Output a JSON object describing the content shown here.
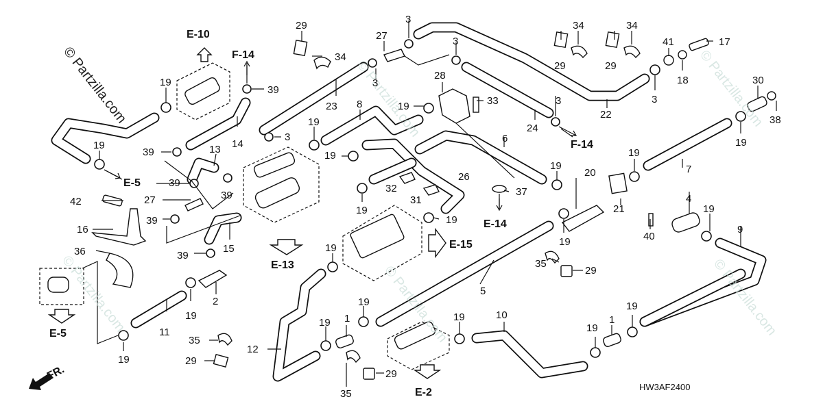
{
  "diagram": {
    "part_code": "HW3AF2400",
    "watermark": "© Partzilla.com",
    "front_indicator": "FR.",
    "callouts": [
      {
        "id": "c1",
        "label": "1"
      },
      {
        "id": "c2",
        "label": "1"
      },
      {
        "id": "c3",
        "label": "2"
      },
      {
        "id": "c4",
        "label": "3"
      },
      {
        "id": "c5",
        "label": "3"
      },
      {
        "id": "c6",
        "label": "3"
      },
      {
        "id": "c7",
        "label": "3"
      },
      {
        "id": "c8",
        "label": "3"
      },
      {
        "id": "c9",
        "label": "3"
      },
      {
        "id": "c10",
        "label": "4"
      },
      {
        "id": "c11",
        "label": "5"
      },
      {
        "id": "c12",
        "label": "6"
      },
      {
        "id": "c13",
        "label": "7"
      },
      {
        "id": "c14",
        "label": "8"
      },
      {
        "id": "c15",
        "label": "9"
      },
      {
        "id": "c16",
        "label": "10"
      },
      {
        "id": "c17",
        "label": "11"
      },
      {
        "id": "c18",
        "label": "12"
      },
      {
        "id": "c19",
        "label": "13"
      },
      {
        "id": "c20",
        "label": "14"
      },
      {
        "id": "c21",
        "label": "15"
      },
      {
        "id": "c22",
        "label": "16"
      },
      {
        "id": "c23",
        "label": "17"
      },
      {
        "id": "c24",
        "label": "18"
      },
      {
        "id": "c25",
        "label": "19"
      },
      {
        "id": "c26",
        "label": "19"
      },
      {
        "id": "c27",
        "label": "19"
      },
      {
        "id": "c28",
        "label": "19"
      },
      {
        "id": "c29",
        "label": "19"
      },
      {
        "id": "c30",
        "label": "19"
      },
      {
        "id": "c31",
        "label": "19"
      },
      {
        "id": "c32",
        "label": "19"
      },
      {
        "id": "c33",
        "label": "19"
      },
      {
        "id": "c34",
        "label": "19"
      },
      {
        "id": "c35",
        "label": "19"
      },
      {
        "id": "c36",
        "label": "19"
      },
      {
        "id": "c37",
        "label": "19"
      },
      {
        "id": "c38",
        "label": "19"
      },
      {
        "id": "c39",
        "label": "19"
      },
      {
        "id": "c40",
        "label": "19"
      },
      {
        "id": "c41",
        "label": "19"
      },
      {
        "id": "c42",
        "label": "19"
      },
      {
        "id": "c43",
        "label": "19"
      },
      {
        "id": "c44",
        "label": "19"
      },
      {
        "id": "c45",
        "label": "20"
      },
      {
        "id": "c46",
        "label": "21"
      },
      {
        "id": "c47",
        "label": "22"
      },
      {
        "id": "c48",
        "label": "23"
      },
      {
        "id": "c49",
        "label": "24"
      },
      {
        "id": "c50",
        "label": "26"
      },
      {
        "id": "c51",
        "label": "27"
      },
      {
        "id": "c52",
        "label": "27"
      },
      {
        "id": "c53",
        "label": "28"
      },
      {
        "id": "c54",
        "label": "29"
      },
      {
        "id": "c55",
        "label": "29"
      },
      {
        "id": "c56",
        "label": "29"
      },
      {
        "id": "c57",
        "label": "29"
      },
      {
        "id": "c58",
        "label": "29"
      },
      {
        "id": "c59",
        "label": "29"
      },
      {
        "id": "c60",
        "label": "30"
      },
      {
        "id": "c61",
        "label": "31"
      },
      {
        "id": "c62",
        "label": "32"
      },
      {
        "id": "c63",
        "label": "33"
      },
      {
        "id": "c64",
        "label": "34"
      },
      {
        "id": "c65",
        "label": "34"
      },
      {
        "id": "c66",
        "label": "34"
      },
      {
        "id": "c67",
        "label": "35"
      },
      {
        "id": "c68",
        "label": "35"
      },
      {
        "id": "c69",
        "label": "35"
      },
      {
        "id": "c70",
        "label": "36"
      },
      {
        "id": "c71",
        "label": "37"
      },
      {
        "id": "c72",
        "label": "38"
      },
      {
        "id": "c73",
        "label": "39"
      },
      {
        "id": "c74",
        "label": "39"
      },
      {
        "id": "c75",
        "label": "39"
      },
      {
        "id": "c76",
        "label": "39"
      },
      {
        "id": "c77",
        "label": "39"
      },
      {
        "id": "c78",
        "label": "39"
      },
      {
        "id": "c79",
        "label": "40"
      },
      {
        "id": "c80",
        "label": "41"
      },
      {
        "id": "c81",
        "label": "42"
      }
    ],
    "references": [
      {
        "id": "r1",
        "label": "E-10"
      },
      {
        "id": "r2",
        "label": "F-14"
      },
      {
        "id": "r3",
        "label": "E-5"
      },
      {
        "id": "r4",
        "label": "E-5"
      },
      {
        "id": "r5",
        "label": "E-13"
      },
      {
        "id": "r6",
        "label": "E-15"
      },
      {
        "id": "r7",
        "label": "E-14"
      },
      {
        "id": "r8",
        "label": "F-14"
      },
      {
        "id": "r9",
        "label": "E-2"
      }
    ]
  }
}
